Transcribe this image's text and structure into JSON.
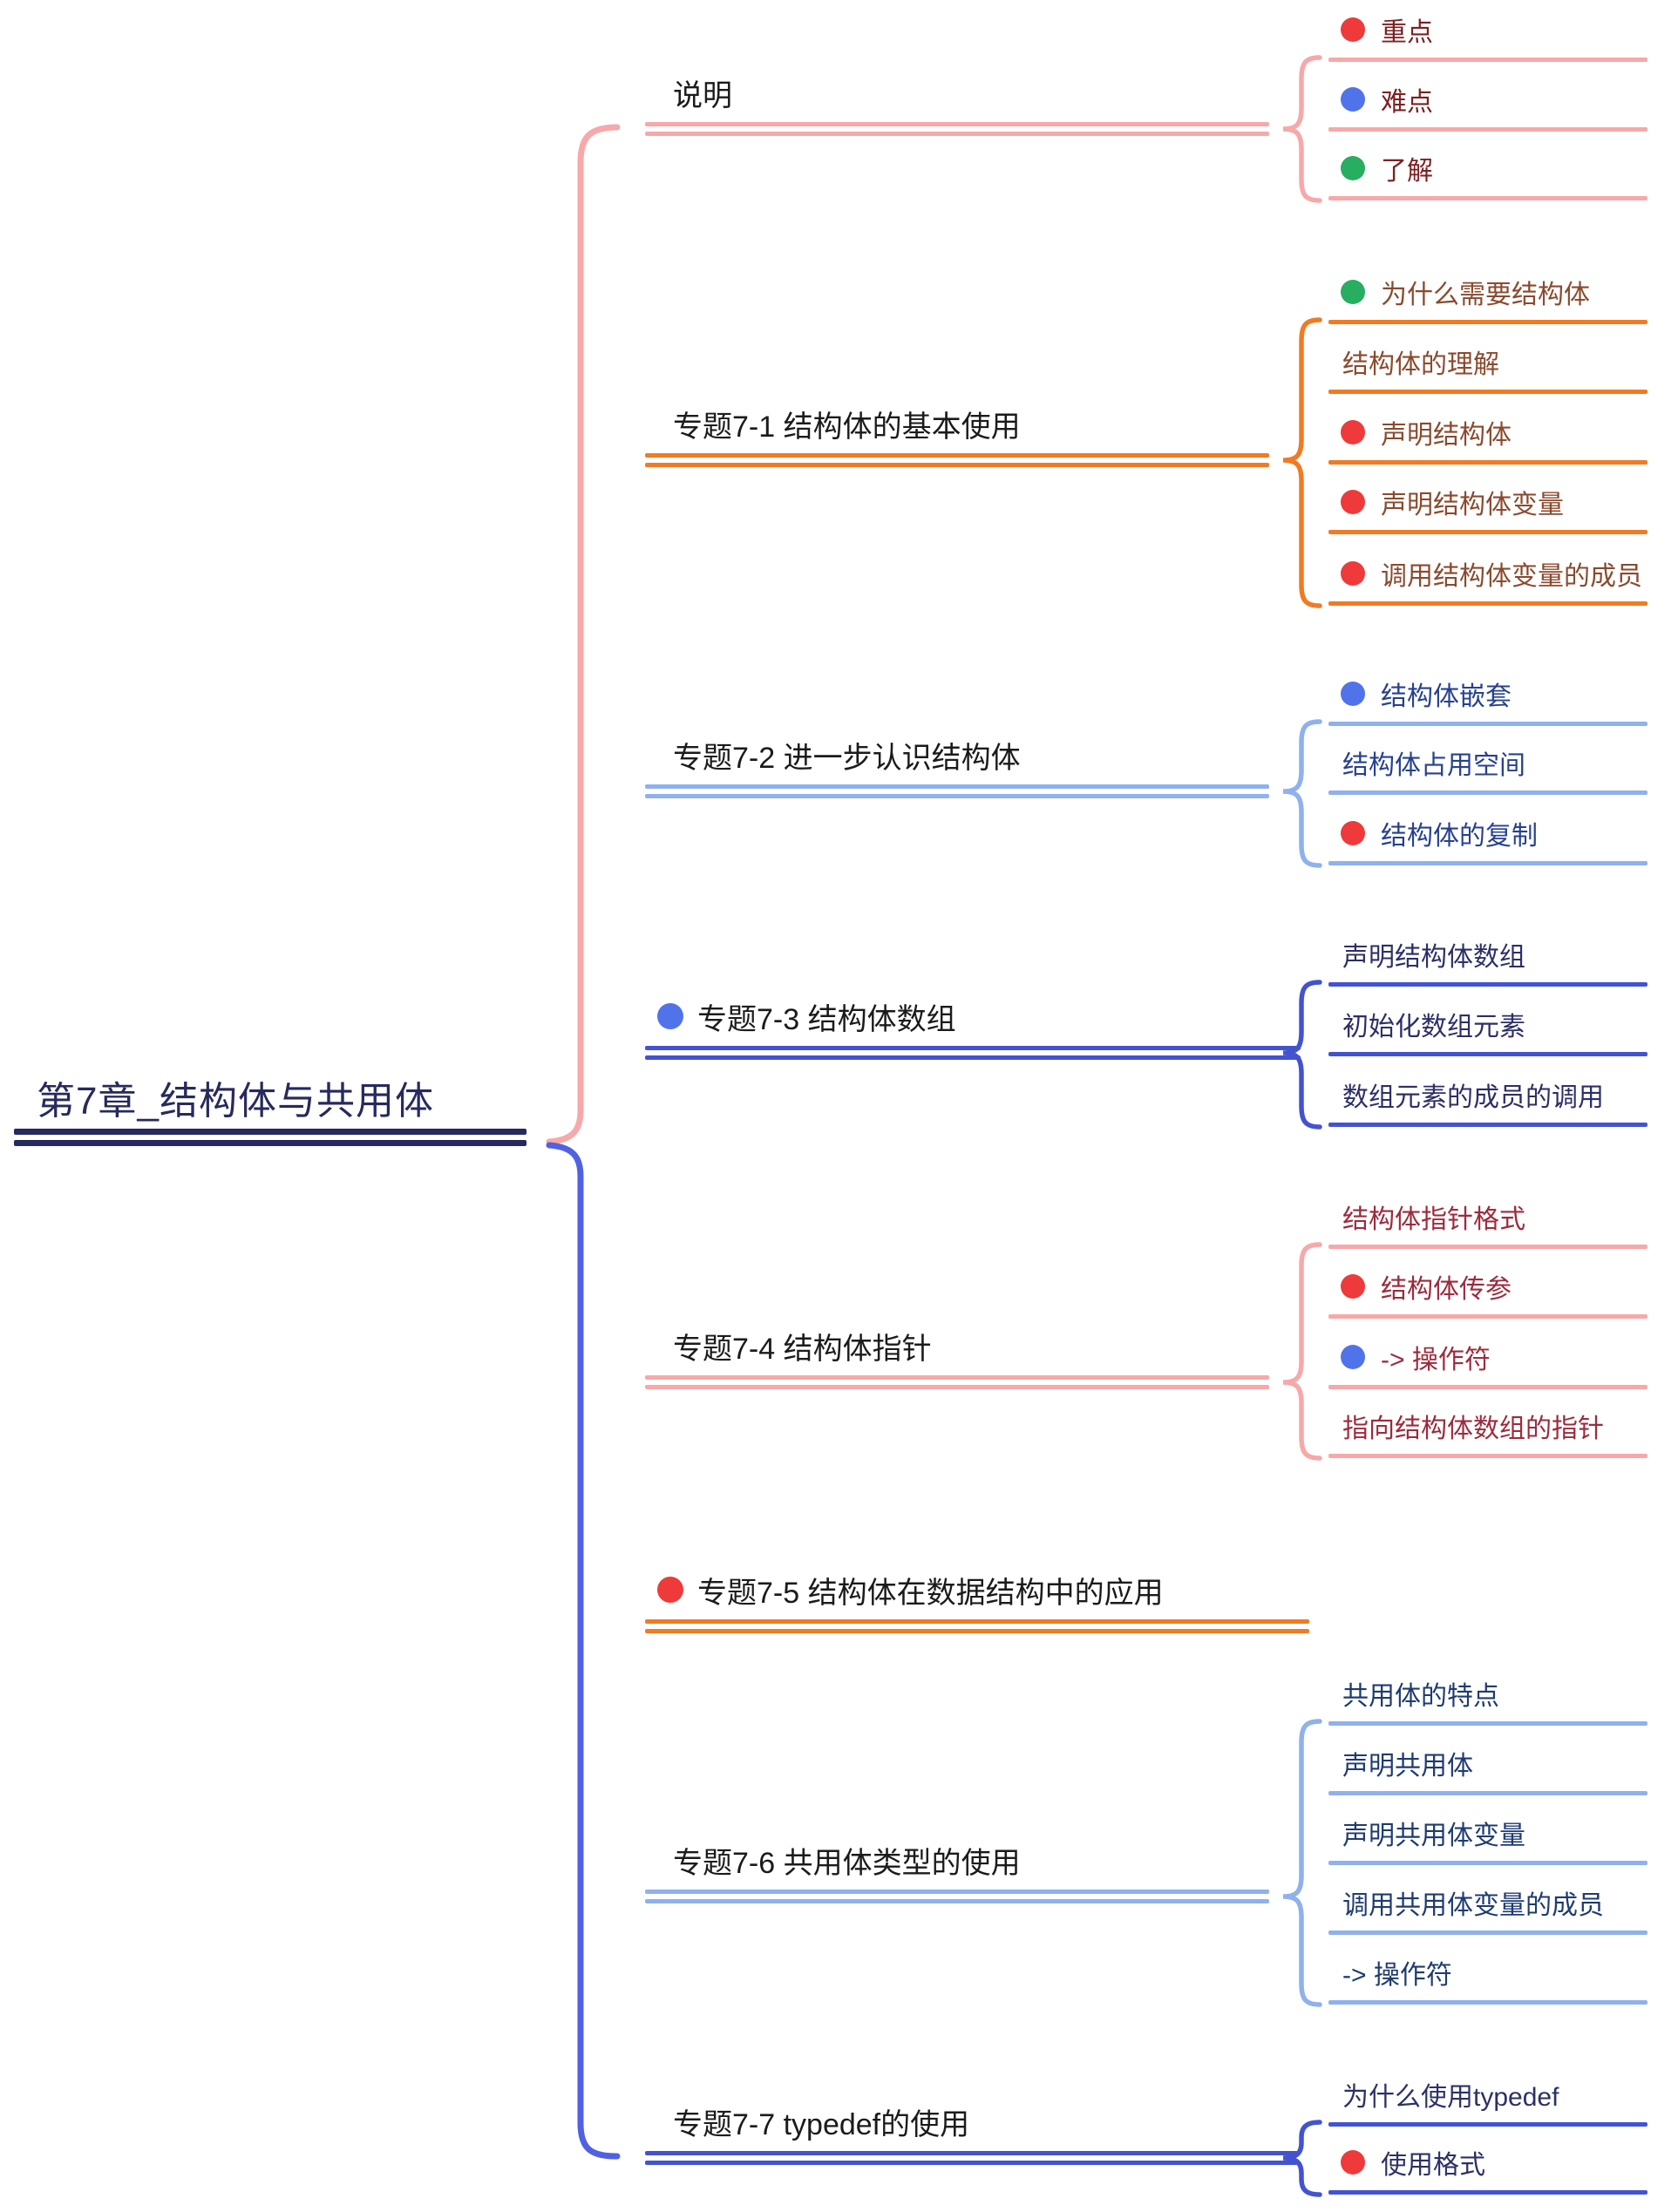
{
  "root": {
    "label": "第7章_结构体与共用体"
  },
  "palette": {
    "pink": "#f7a8a8",
    "orange": "#f07b24",
    "light_blue": "#8fb1ec",
    "royal_blue": "#4353d0",
    "navy": "#262a5c",
    "root_text": "#262a5c",
    "branch_text": "#1b1b1b",
    "dot_red": "#ee3a3a",
    "dot_blue": "#5173ea",
    "dot_green": "#27ae60"
  },
  "branches": [
    {
      "id": "shuoming",
      "label": "说明",
      "line_color": "pink",
      "dot": null,
      "child_text_color": "#7d2022",
      "children": [
        {
          "label": "重点",
          "dot": "red"
        },
        {
          "label": "难点",
          "dot": "blue"
        },
        {
          "label": "了解",
          "dot": "green"
        }
      ]
    },
    {
      "id": "topic-7-1",
      "label": "专题7-1 结构体的基本使用",
      "line_color": "orange",
      "dot": null,
      "child_text_color": "#8a4a2e",
      "children": [
        {
          "label": "为什么需要结构体",
          "dot": "green"
        },
        {
          "label": "结构体的理解",
          "dot": null
        },
        {
          "label": "声明结构体",
          "dot": "red"
        },
        {
          "label": "声明结构体变量",
          "dot": "red"
        },
        {
          "label": "调用结构体变量的成员",
          "dot": "red"
        }
      ]
    },
    {
      "id": "topic-7-2",
      "label": "专题7-2 进一步认识结构体",
      "line_color": "light_blue",
      "dot": null,
      "child_text_color": "#27418f",
      "children": [
        {
          "label": "结构体嵌套",
          "dot": "blue"
        },
        {
          "label": "结构体占用空间",
          "dot": null
        },
        {
          "label": "结构体的复制",
          "dot": "red"
        }
      ]
    },
    {
      "id": "topic-7-3",
      "label": "专题7-3 结构体数组",
      "line_color": "royal_blue",
      "dot": "blue",
      "child_text_color": "#2c2f66",
      "children": [
        {
          "label": "声明结构体数组",
          "dot": null
        },
        {
          "label": "初始化数组元素",
          "dot": null
        },
        {
          "label": "数组元素的成员的调用",
          "dot": null
        }
      ]
    },
    {
      "id": "topic-7-4",
      "label": "专题7-4 结构体指针",
      "line_color": "pink",
      "dot": null,
      "child_text_color": "#9c2b3d",
      "children": [
        {
          "label": "结构体指针格式",
          "dot": null
        },
        {
          "label": "结构体传参",
          "dot": "red"
        },
        {
          "label": "-> 操作符",
          "dot": "blue"
        },
        {
          "label": "指向结构体数组的指针",
          "dot": null
        }
      ]
    },
    {
      "id": "topic-7-5",
      "label": "专题7-5 结构体在数据结构中的应用",
      "line_color": "orange",
      "dot": "red",
      "child_text_color": "#1b1b1b",
      "children": []
    },
    {
      "id": "topic-7-6",
      "label": "专题7-6 共用体类型的使用",
      "line_color": "light_blue",
      "dot": null,
      "child_text_color": "#1f3b70",
      "children": [
        {
          "label": "共用体的特点",
          "dot": null
        },
        {
          "label": "声明共用体",
          "dot": null
        },
        {
          "label": "声明共用体变量",
          "dot": null
        },
        {
          "label": "调用共用体变量的成员",
          "dot": null
        },
        {
          "label": "-> 操作符",
          "dot": null
        }
      ]
    },
    {
      "id": "topic-7-7",
      "label": "专题7-7 typedef的使用",
      "line_color": "royal_blue",
      "dot": null,
      "child_text_color": "#2c3166",
      "children": [
        {
          "label": "为什么使用typedef",
          "dot": null
        },
        {
          "label": "使用格式",
          "dot": "red"
        }
      ]
    }
  ]
}
